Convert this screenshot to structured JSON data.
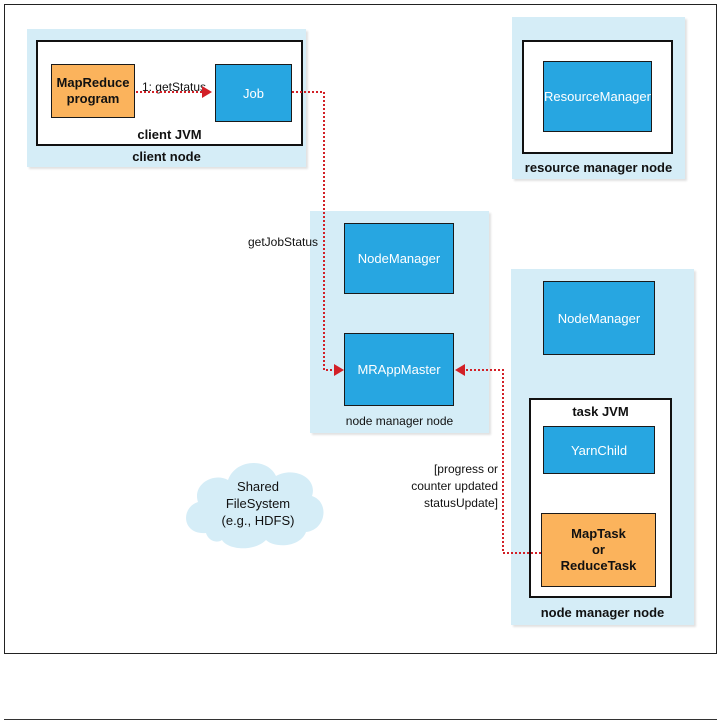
{
  "client_node": {
    "label": "client node",
    "jvm_label": "client JVM",
    "program": "MapReduce\nprogram",
    "job": "Job",
    "call_label": "1: getStatus"
  },
  "resource_manager_node": {
    "label": "resource manager node",
    "resource_manager": "ResourceManager"
  },
  "node_manager_node_1": {
    "label": "node manager node",
    "node_manager": "NodeManager",
    "app_master": "MRAppMaster"
  },
  "node_manager_node_2": {
    "label": "node manager node",
    "node_manager": "NodeManager",
    "jvm_label": "task JVM",
    "yarn_child": "YarnChild",
    "task": "MapTask\nor\nReduceTask"
  },
  "labels": {
    "get_job_status": "getJobStatus",
    "status_update_lines": [
      "[progress or",
      "counter updated",
      "statusUpdate]"
    ]
  },
  "shared_filesystem": "Shared\nFileSystem\n(e.g., HDFS)",
  "colors": {
    "node_bg": "#d5edf7",
    "process_blue": "#27a6e1",
    "program_orange": "#fbb35c",
    "arrow_red": "#d22027"
  }
}
